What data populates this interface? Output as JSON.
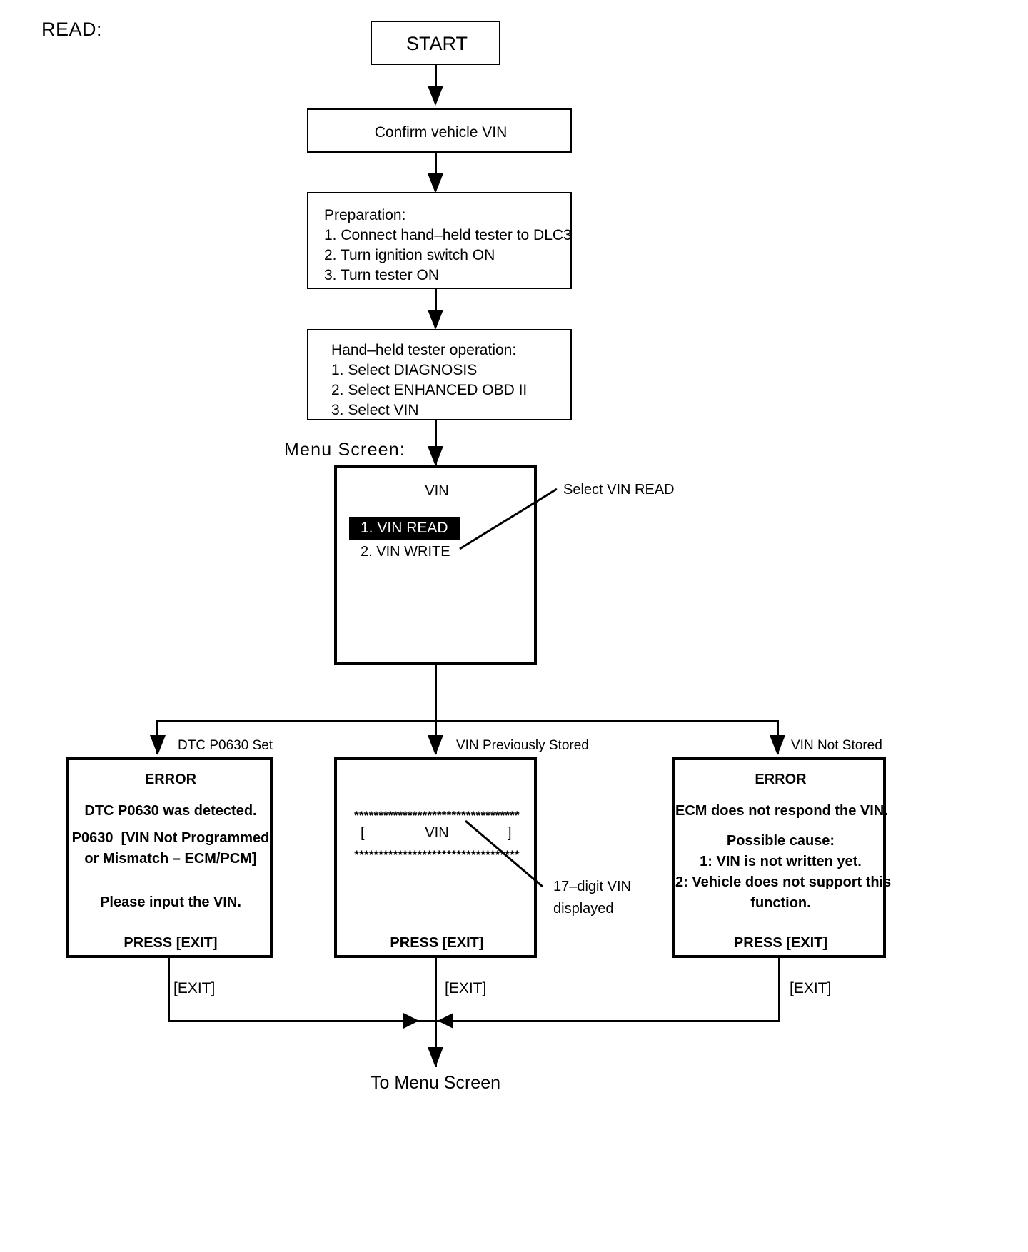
{
  "diagram": {
    "section_label": "READ:",
    "terminator_start": "START",
    "terminator_end": "To Menu Screen",
    "menu_screen_label": "Menu Screen:",
    "steps": [
      {
        "id": "confirm-vin",
        "lines": [
          "Confirm vehicle VIN"
        ]
      },
      {
        "id": "preparation",
        "lines": [
          "Preparation:",
          "1. Connect hand–held tester to DLC3",
          "2. Turn ignition switch ON",
          "3. Turn tester ON"
        ]
      },
      {
        "id": "tester-operation",
        "lines": [
          "Hand–held tester operation:",
          "1. Select DIAGNOSIS",
          "2. Select ENHANCED OBD II",
          "3. Select VIN"
        ]
      }
    ],
    "menu_screen": {
      "title": "VIN",
      "items": [
        {
          "label": "1. VIN READ",
          "selected": true
        },
        {
          "label": "2. VIN WRITE",
          "selected": false
        }
      ],
      "callout": "Select VIN READ"
    },
    "branches": [
      {
        "id": "dtc-p0630-set",
        "label": "DTC P0630 Set",
        "exit_label": "[EXIT]",
        "screen": {
          "title": "ERROR",
          "lines": [
            "DTC P0630 was detected.",
            "P0630  [VIN Not Programmed",
            "or Mismatch – ECM/PCM]",
            "Please input the VIN."
          ],
          "footer": "PRESS [EXIT]"
        }
      },
      {
        "id": "vin-previously-stored",
        "label": "VIN Previously Stored",
        "exit_label": "[EXIT]",
        "screen": {
          "title": "",
          "stars": "**********************************",
          "vin_row_left": "[",
          "vin_row_center": "VIN",
          "vin_row_right": "]",
          "footer": "PRESS [EXIT]"
        },
        "callout": [
          "17–digit VIN",
          "displayed"
        ]
      },
      {
        "id": "vin-not-stored",
        "label": "VIN Not Stored",
        "exit_label": "[EXIT]",
        "screen": {
          "title": "ERROR",
          "lines": [
            "ECM does not respond the VIN.",
            "Possible cause:",
            "1: VIN is not written yet.",
            "2: Vehicle does not support this",
            "function."
          ],
          "footer": "PRESS [EXIT]"
        }
      }
    ]
  },
  "colors": {
    "ink": "#000000",
    "paper": "#ffffff",
    "highlight_bg": "#000000",
    "highlight_fg": "#ffffff"
  }
}
